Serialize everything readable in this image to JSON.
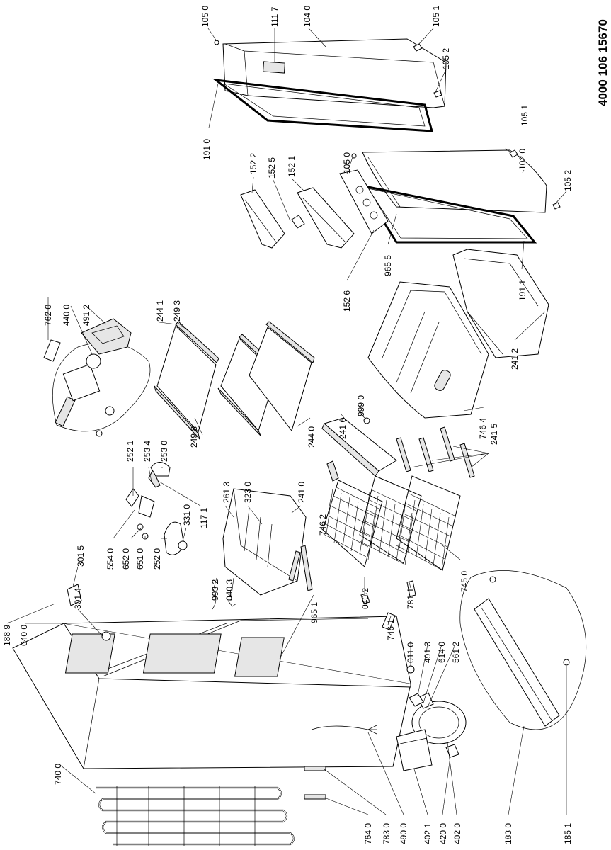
{
  "document": {
    "number": "4000 106 15670"
  },
  "labels": [
    "105 0",
    "111 7",
    "104 0",
    "105 1",
    "105 2",
    "191 0",
    "105 1",
    "102 0",
    "105 2",
    "152 2",
    "152 5",
    "152 1",
    "105 0",
    "152 6",
    "965 5",
    "191 1",
    "241 2",
    "762 0",
    "440 0",
    "491 2",
    "244 1",
    "249 3",
    "249 8",
    "244 0",
    "241 6",
    "999 0",
    "746 4",
    "241 5",
    "252 1",
    "253 4",
    "253 0",
    "117 1",
    "261 3",
    "323 0",
    "241 0",
    "554 0",
    "652 0",
    "651 0",
    "252 0",
    "331 0",
    "746 2",
    "745 0",
    "301 5",
    "301 4",
    "188 9",
    "040 0",
    "993 2",
    "040 3",
    "965 1",
    "040 2",
    "781 1",
    "746 1",
    "011 0",
    "491 3",
    "614 0",
    "561 2",
    "740 0",
    "764 0",
    "783 0",
    "490 0",
    "402 1",
    "420 0",
    "402 0",
    "183 0",
    "185 1"
  ]
}
